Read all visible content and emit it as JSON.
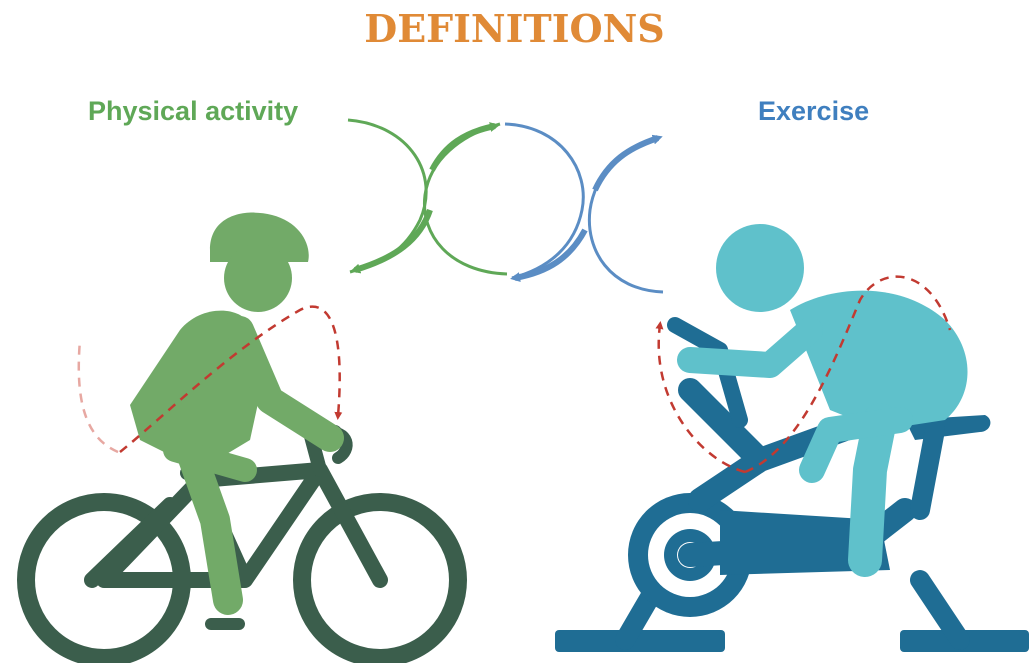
{
  "title": "DEFINITIONS",
  "left_label": "Physical activity",
  "right_label": "Exercise",
  "colors": {
    "title": "#e08a36",
    "physical_activity": "#5fa857",
    "exercise": "#3f7fbf",
    "bike_dark": "#3b5e4c",
    "rider_green": "#72aa68",
    "exercise_bike": "#1f6d94",
    "exercise_rider": "#5fc1cb",
    "motion_arrow": "#c23a31"
  }
}
